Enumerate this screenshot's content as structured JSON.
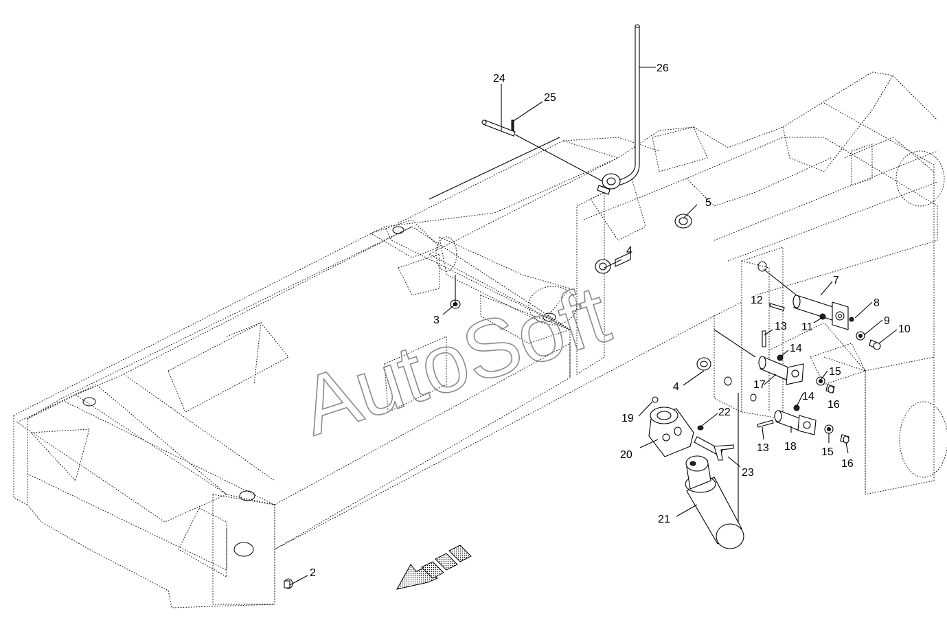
{
  "watermark": "AutoSoft",
  "callouts": [
    {
      "label": "2"
    },
    {
      "label": "3"
    },
    {
      "label": "4"
    },
    {
      "label": "4"
    },
    {
      "label": "5"
    },
    {
      "label": "7"
    },
    {
      "label": "8"
    },
    {
      "label": "9"
    },
    {
      "label": "10"
    },
    {
      "label": "11"
    },
    {
      "label": "12"
    },
    {
      "label": "13"
    },
    {
      "label": "13"
    },
    {
      "label": "14"
    },
    {
      "label": "14"
    },
    {
      "label": "15"
    },
    {
      "label": "15"
    },
    {
      "label": "16"
    },
    {
      "label": "16"
    },
    {
      "label": "17"
    },
    {
      "label": "18"
    },
    {
      "label": "19"
    },
    {
      "label": "20"
    },
    {
      "label": "21"
    },
    {
      "label": "22"
    },
    {
      "label": "23"
    },
    {
      "label": "24"
    },
    {
      "label": "25"
    },
    {
      "label": "26"
    }
  ],
  "colors": {
    "line": "#000000",
    "watermark": "#8a8a8a",
    "background": "#ffffff"
  },
  "icons": {
    "direction": "forward-arrow-icon"
  }
}
